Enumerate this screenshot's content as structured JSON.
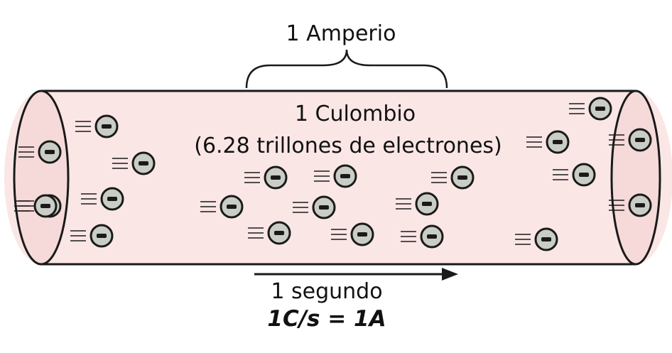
{
  "labels": {
    "current_unit": "1 Amperio",
    "charge_unit": "1 Culombio",
    "electron_count": "(6.28 trillones de electrones)",
    "time_unit": "1 segundo",
    "formula": "1C/s = 1A"
  },
  "electron_symbol": "-",
  "colors": {
    "tube_fill": "#fbe6e6",
    "outline": "#1a1a1a",
    "electron_fill": "#c9cdc5"
  },
  "electron_count_shown": 22
}
